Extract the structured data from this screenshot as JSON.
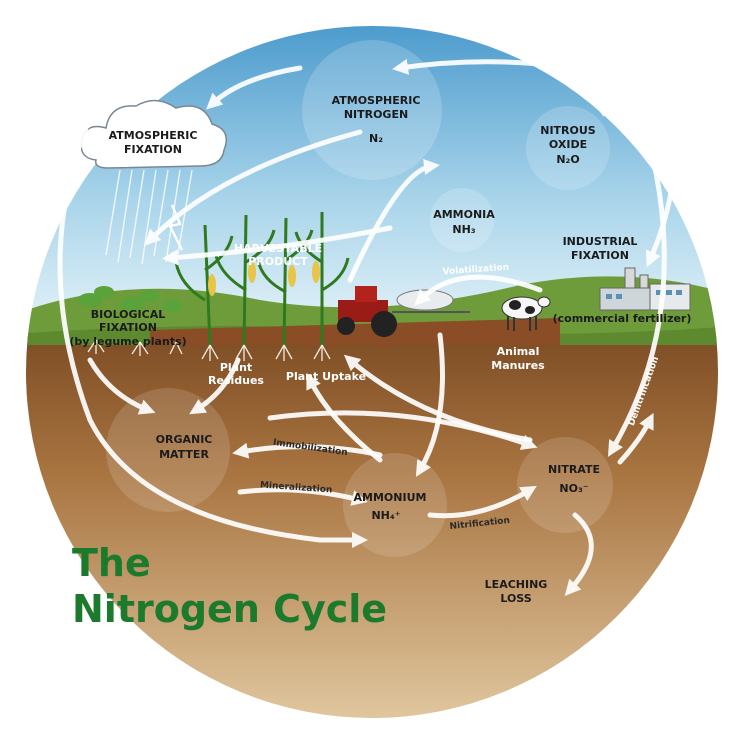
{
  "title": {
    "line1": "The",
    "line2": "Nitrogen Cycle"
  },
  "nodes": {
    "atmospheric_nitrogen": {
      "line1": "ATMOSPHERIC",
      "line2": "NITROGEN",
      "formula": "N₂"
    },
    "atmospheric_fixation": {
      "line1": "ATMOSPHERIC",
      "line2": "FIXATION"
    },
    "nitrous_oxide": {
      "line1": "NITROUS",
      "line2": "OXIDE",
      "formula": "N₂O"
    },
    "ammonia": {
      "line1": "AMMONIA",
      "formula": "NH₃"
    },
    "industrial_fixation": {
      "line1": "INDUSTRIAL",
      "line2": "FIXATION"
    },
    "harvestable_product": {
      "line1": "HARVESTABLE",
      "line2": "PRODUCT"
    },
    "biological_fixation": {
      "line1": "BIOLOGICAL",
      "line2": "FIXATION",
      "line3": "(by legume plants)"
    },
    "commercial_fertilizer": "(commercial fertilizer)",
    "plant_residues": {
      "line1": "Plant",
      "line2": "Residues"
    },
    "plant_uptake": "Plant Uptake",
    "animal_manures": {
      "line1": "Animal",
      "line2": "Manures"
    },
    "organic_matter": {
      "line1": "ORGANIC",
      "line2": "MATTER"
    },
    "ammonium": {
      "line1": "AMMONIUM",
      "formula": "NH₄⁺"
    },
    "nitrate": {
      "line1": "NITRATE",
      "formula": "NO₃⁻"
    },
    "leaching_loss": {
      "line1": "LEACHING",
      "line2": "LOSS"
    }
  },
  "processes": {
    "volatilization": "Volatilization",
    "immobilization": "Immobilization",
    "mineralization": "Mineralization",
    "nitrification": "Nitrification",
    "denitrification": "Denitrification"
  },
  "colors": {
    "sky_top": "#3f93c9",
    "sky_bottom": "#dff0f7",
    "grass": "#6f9c3b",
    "soil_top": "#8c5a2b",
    "soil_bottom": "#d9b98a",
    "title_green": "#1c7a2c"
  }
}
